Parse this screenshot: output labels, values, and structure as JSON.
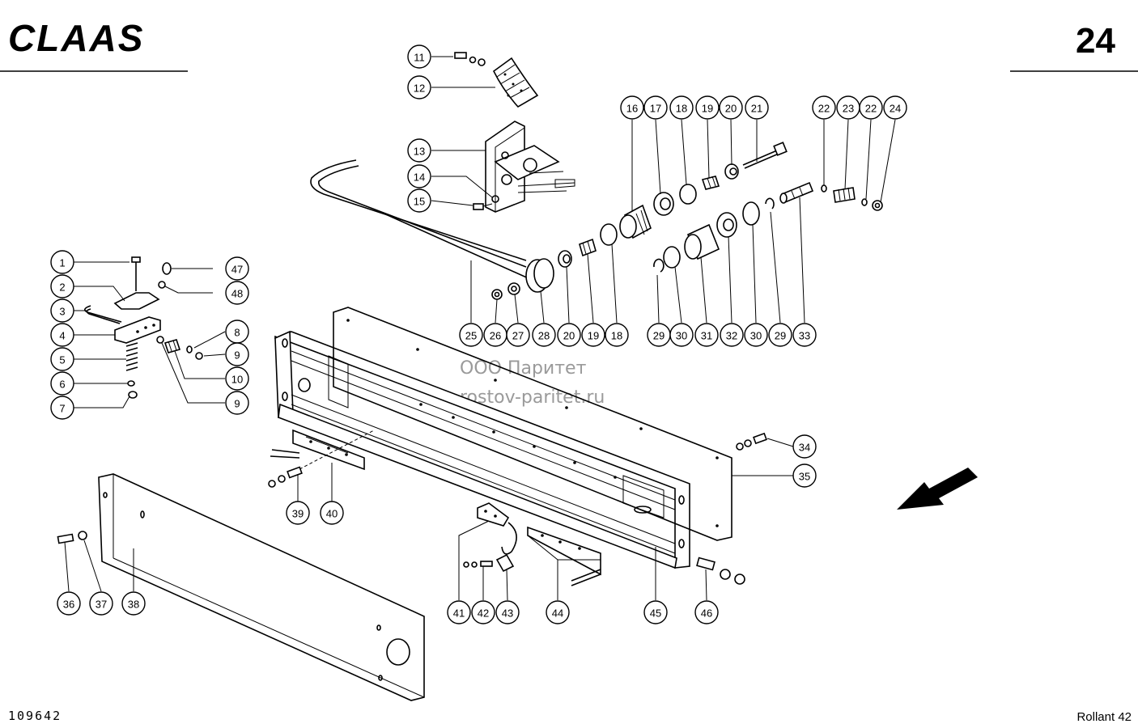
{
  "header": {
    "brand": "CLAAS",
    "page_number": "24"
  },
  "watermark": {
    "line1": "ООО Паритет",
    "line2": "rostov-paritet.ru"
  },
  "footer": {
    "drawing_number": "109642",
    "model": "Rollant 42"
  },
  "callouts": [
    "1",
    "2",
    "3",
    "4",
    "5",
    "6",
    "7",
    "8",
    "9",
    "9",
    "10",
    "11",
    "12",
    "13",
    "14",
    "15",
    "16",
    "17",
    "18",
    "18",
    "19",
    "19",
    "20",
    "20",
    "21",
    "22",
    "22",
    "23",
    "24",
    "25",
    "26",
    "27",
    "28",
    "29",
    "29",
    "30",
    "30",
    "31",
    "32",
    "33",
    "34",
    "35",
    "36",
    "37",
    "38",
    "39",
    "40",
    "41",
    "42",
    "43",
    "44",
    "45",
    "46",
    "47",
    "48"
  ]
}
